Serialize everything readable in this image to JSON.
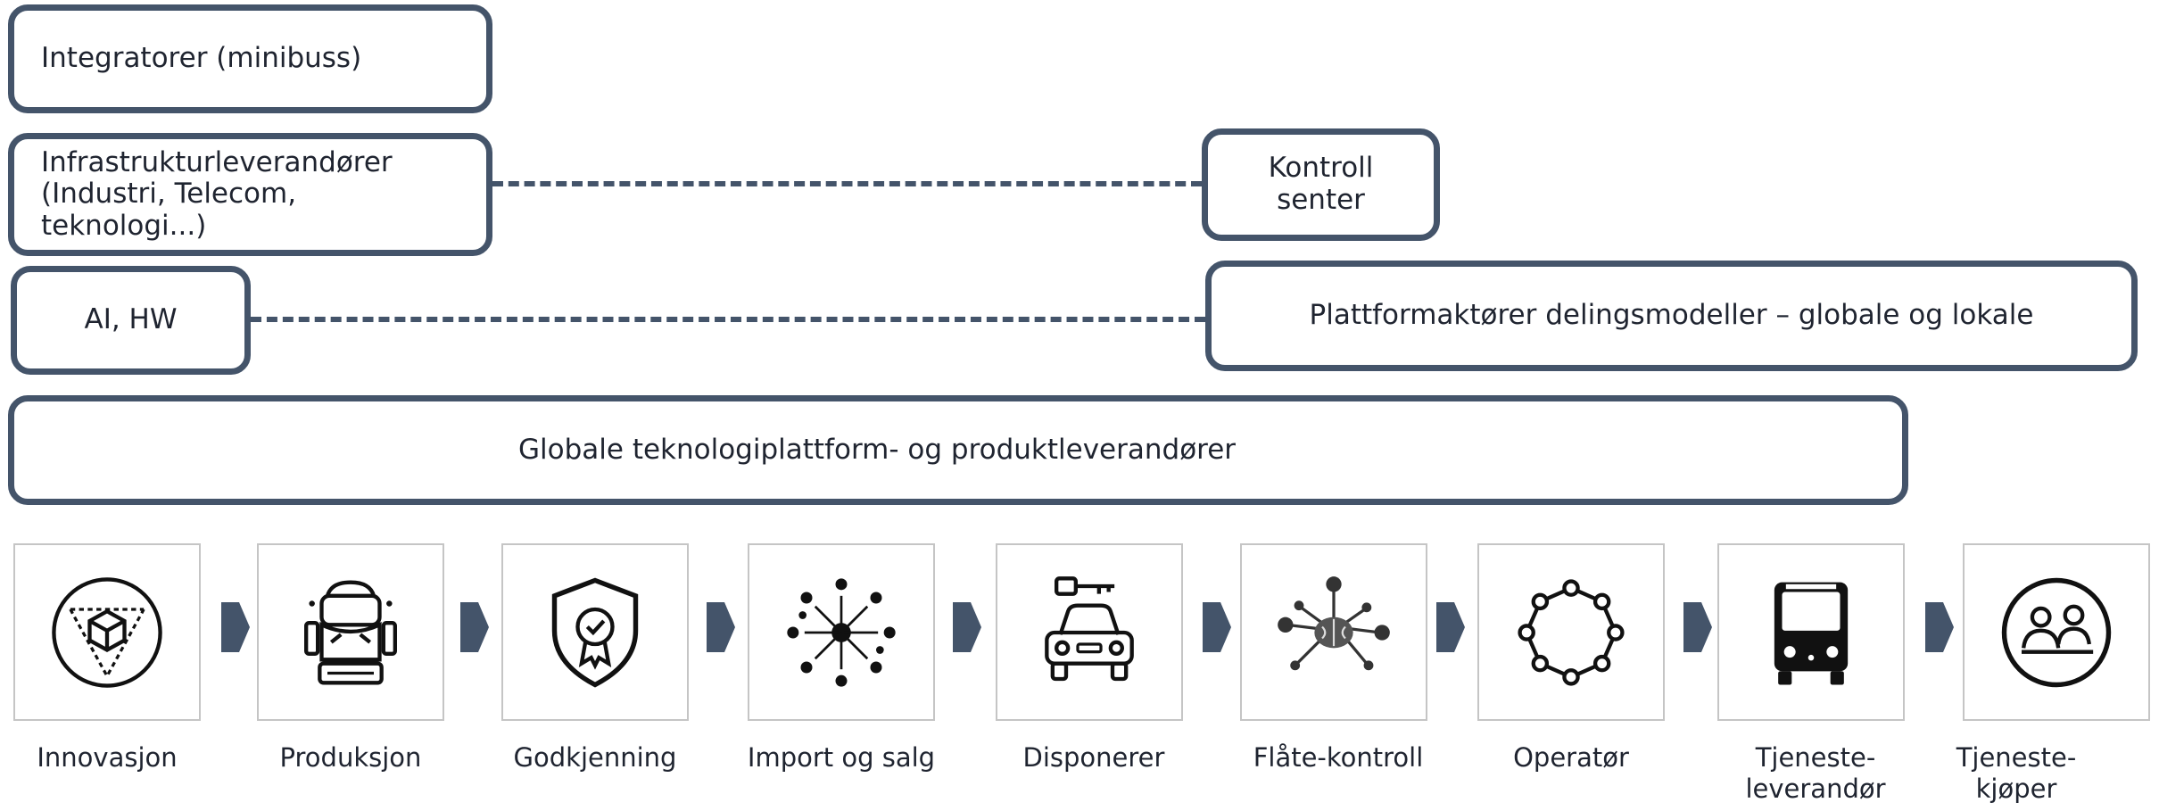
{
  "rows": {
    "integrators": "Integratorer (minibuss)",
    "infrastructure": "Infrastrukturleverandører\n(Industri, Telecom,\nteknologi...)",
    "control_center": "Kontroll\nsenter",
    "ai_hw": "AI, HW",
    "platform_actors": "Plattformaktører delingsmodeller – globale og lokale",
    "global_tech": "Globale teknologiplattform- og produktleverandører"
  },
  "value_chain": [
    {
      "label": "Innovasjon",
      "icon": "innovation-cube-icon"
    },
    {
      "label": "Produksjon",
      "icon": "car-production-icon"
    },
    {
      "label": "Godkjenning",
      "icon": "approval-shield-icon"
    },
    {
      "label": "Import og salg",
      "icon": "distribution-network-icon"
    },
    {
      "label": "Disponerer",
      "icon": "car-key-icon"
    },
    {
      "label": "Flåte-kontroll",
      "icon": "brain-network-icon"
    },
    {
      "label": "Operatør",
      "icon": "ring-network-icon"
    },
    {
      "label": "Tjeneste-\nleverandør",
      "icon": "bus-icon"
    },
    {
      "label": "Tjeneste-\nkjøper",
      "icon": "service-buyers-icon"
    }
  ],
  "colors": {
    "box_border": "#44546a",
    "tile_border": "#c5c5c5",
    "arrow": "#44546a",
    "icon": "#111111"
  }
}
